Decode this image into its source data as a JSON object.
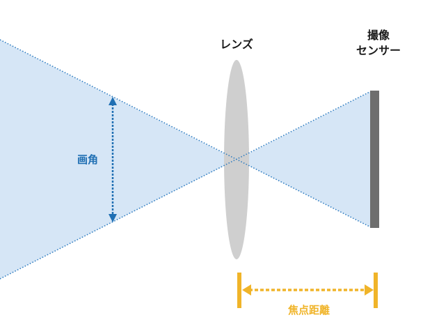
{
  "labels": {
    "lens": "レンズ",
    "sensor_line1": "撮像",
    "sensor_line2": "センサー",
    "view_angle": "画角",
    "focal_length": "焦点距離"
  },
  "colors": {
    "light_cone": "#d6e6f6",
    "light_edge": "#2e7cc0",
    "view_angle_arrow": "#1f6fb3",
    "lens": "#cfcfcf",
    "sensor": "#6e6e6e",
    "focal_marker": "#f0b429"
  }
}
